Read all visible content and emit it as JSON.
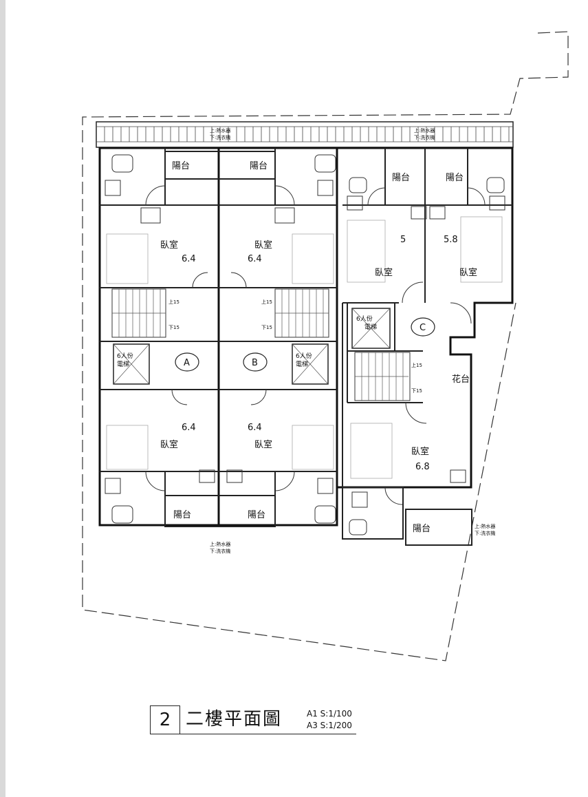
{
  "title": {
    "number": "2",
    "text": "二樓平面圖",
    "scale_a1": "A1 S:1/100",
    "scale_a3": "A3 S:1/200"
  },
  "rooms": {
    "bedroom": "臥室",
    "balcony": "陽台",
    "flower_bed": "花台",
    "area_a_tl": "6.4",
    "area_b_tl": "6.4",
    "area_a_bl": "6.4",
    "area_b_bl": "6.4",
    "area_c1": "5",
    "area_c2": "5.8",
    "area_c3": "6.8"
  },
  "units": {
    "a": "A",
    "b": "B",
    "c": "C"
  },
  "elevator": {
    "line1": "6人份",
    "line2": "電梯"
  },
  "heater_note": {
    "line1": "上:熱水器",
    "line2": "下:洗衣機"
  },
  "stairs": {
    "up": "上15",
    "down": "下15"
  }
}
